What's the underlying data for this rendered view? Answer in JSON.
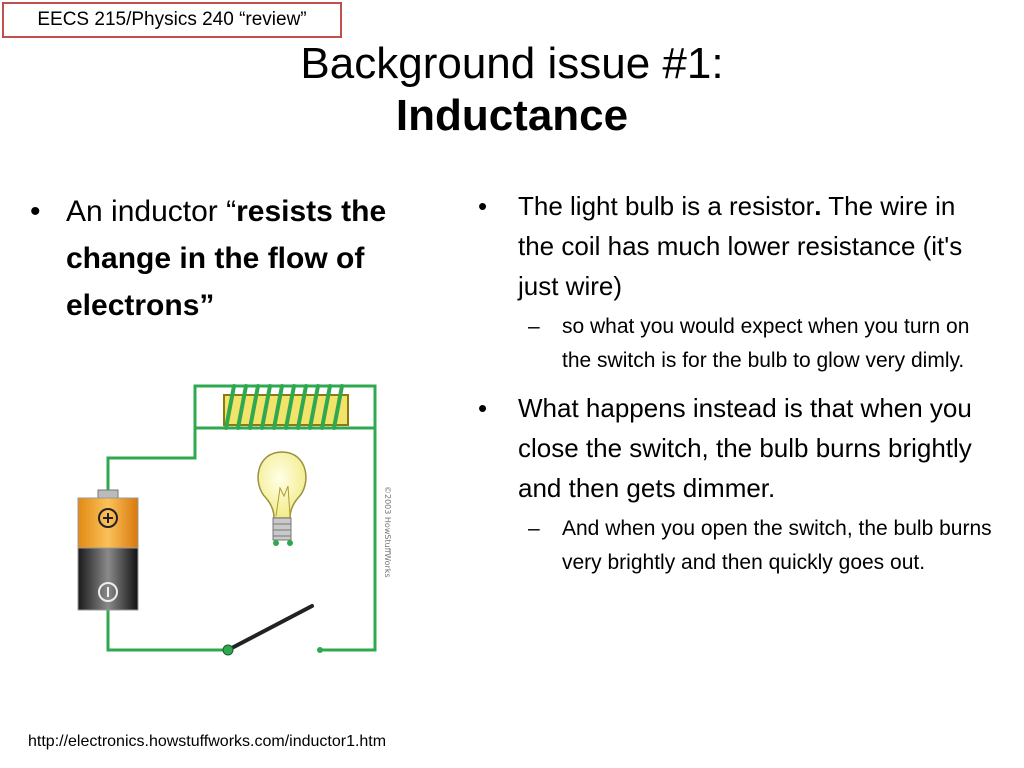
{
  "header": {
    "course_tag": "EECS 215/Physics 240 “review”",
    "title_line1": "Background issue #1:",
    "title_line2": "Inductance"
  },
  "left": {
    "bullet_prefix": "An inductor “",
    "bullet_bold": "resists the change in the flow of electrons”"
  },
  "right": {
    "b1_text_a": "The light bulb is a resistor",
    "b1_bold_dot": ".",
    "b1_text_b": " The wire in the coil has much lower resistance (it's just wire)",
    "b1_sub": "so what you would expect when you turn on the switch is for the bulb to glow very dimly.",
    "b2_text": "What happens instead is that when you close the switch, the bulb burns brightly and then gets dimmer.",
    "b2_sub": "And when you open the switch, the bulb burns very brightly and then quickly goes out."
  },
  "diagram": {
    "copyright": "©2003 HowStuffWorks",
    "wire_color": "#2fa84f"
  },
  "footer": {
    "url": "http://electronics.howstuffworks.com/inductor1.htm"
  }
}
